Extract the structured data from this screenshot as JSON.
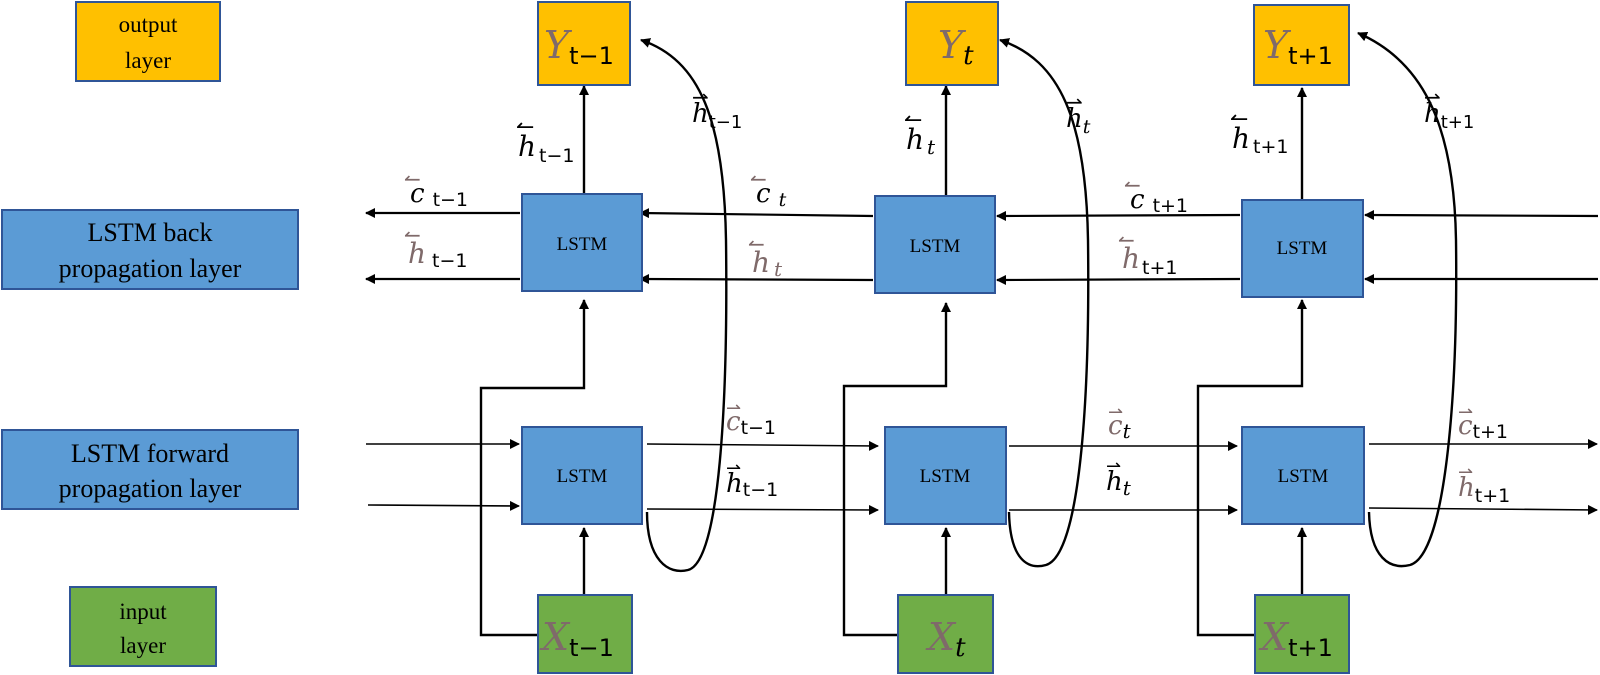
{
  "layers": {
    "output": {
      "line1": "output",
      "line2": "layer",
      "color": "#FFC000"
    },
    "backward": {
      "line1": "LSTM back",
      "line2": "propagation layer",
      "color": "#5B9BD5"
    },
    "forward": {
      "line1": "LSTM forward",
      "line2": "propagation layer",
      "color": "#5B9BD5"
    },
    "input": {
      "line1": "input",
      "line2": "layer",
      "color": "#70AD47"
    }
  },
  "cell_label": "LSTM",
  "steps": [
    {
      "x_var": "X",
      "x_sub": "t−1",
      "y_var": "Y",
      "y_sub": "t−1"
    },
    {
      "x_var": "X",
      "x_sub": "t",
      "y_var": "Y",
      "y_sub": "t"
    },
    {
      "x_var": "X",
      "x_sub": "t+1",
      "y_var": "Y",
      "y_sub": "t+1"
    }
  ],
  "state_labels": {
    "back_out_h": [
      "h",
      "h",
      "h"
    ],
    "back_out_h_sub": [
      "t−1",
      "t",
      "t+1"
    ],
    "curve_h": [
      "h",
      "h",
      "h"
    ],
    "curve_h_sub": [
      "t−1",
      "t",
      "t+1"
    ],
    "back_c": [
      "c",
      "c",
      "c"
    ],
    "back_c_sub": [
      "t−1",
      "t",
      "t+1"
    ],
    "back_h": [
      "h",
      "h",
      "h"
    ],
    "back_h_sub": [
      "t−1",
      "t",
      "t+1"
    ],
    "fwd_c": [
      "c",
      "c",
      "c"
    ],
    "fwd_c_sub": [
      "t−1",
      "t",
      "t+1"
    ],
    "fwd_h": [
      "h",
      "h",
      "h"
    ],
    "fwd_h_sub": [
      "t−1",
      "t",
      "t+1"
    ]
  },
  "colors": {
    "output": "#FFC000",
    "lstm": "#5B9BD5",
    "input": "#70AD47",
    "border": "#2F5597",
    "muted_label": "#7F6A6A"
  }
}
